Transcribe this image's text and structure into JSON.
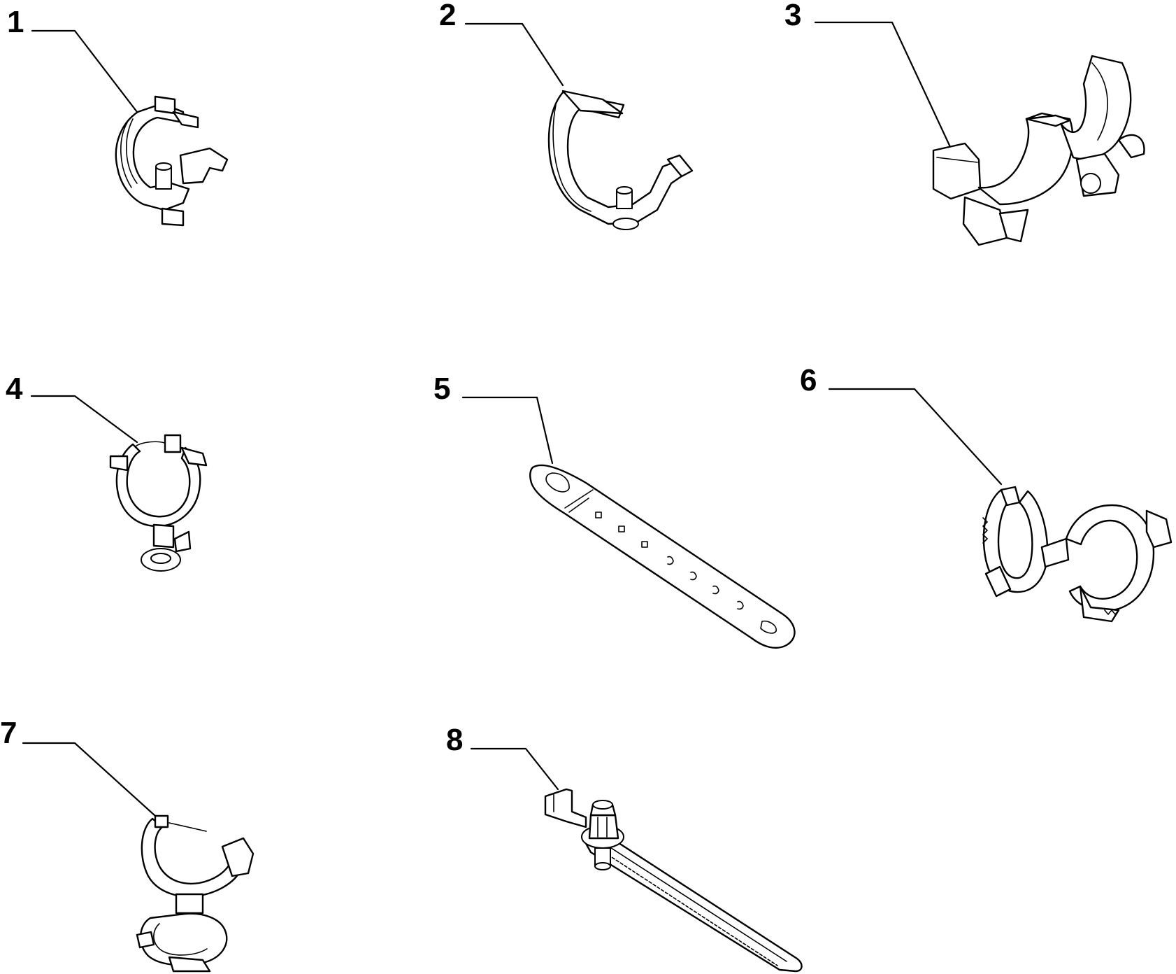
{
  "callouts": [
    {
      "id": 1,
      "label": "1"
    },
    {
      "id": 2,
      "label": "2"
    },
    {
      "id": 3,
      "label": "3"
    },
    {
      "id": 4,
      "label": "4"
    },
    {
      "id": 5,
      "label": "5"
    },
    {
      "id": 6,
      "label": "6"
    },
    {
      "id": 7,
      "label": "7"
    },
    {
      "id": 8,
      "label": "8"
    }
  ]
}
